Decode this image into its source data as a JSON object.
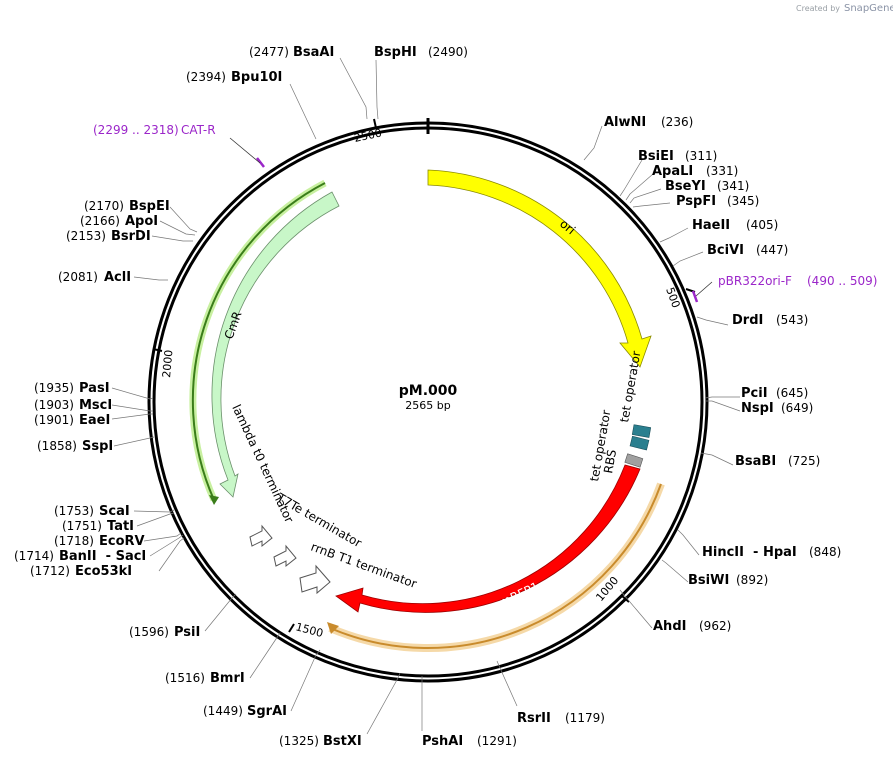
{
  "header": {
    "brand_prefix": "Created by",
    "brand_name": "SnapGene"
  },
  "plasmid": {
    "name": "pM.000",
    "length_label": "2565 bp"
  },
  "ticks": [
    "500",
    "1000",
    "1500",
    "2000",
    "2500"
  ],
  "sites": [
    {
      "id": "bsaai",
      "name": "BsaAI",
      "pos": "(2477)"
    },
    {
      "id": "bsphi",
      "name": "BspHI",
      "pos": "(2490)"
    },
    {
      "id": "bpu10i",
      "name": "Bpu10I",
      "pos": "(2394)"
    },
    {
      "id": "alwni",
      "name": "AlwNI",
      "pos": "(236)"
    },
    {
      "id": "bsiei",
      "name": "BsiEI",
      "pos": "(311)"
    },
    {
      "id": "apali",
      "name": "ApaLI",
      "pos": "(331)"
    },
    {
      "id": "bseyi",
      "name": "BseYI",
      "pos": "(341)"
    },
    {
      "id": "pspfi",
      "name": "PspFI",
      "pos": "(345)"
    },
    {
      "id": "haeii",
      "name": "HaeII",
      "pos": "(405)"
    },
    {
      "id": "bcivi",
      "name": "BciVI",
      "pos": "(447)"
    },
    {
      "id": "drdi",
      "name": "DrdI",
      "pos": "(543)"
    },
    {
      "id": "pcii",
      "name": "PciI",
      "pos": "(645)"
    },
    {
      "id": "nspi",
      "name": "NspI",
      "pos": "(649)"
    },
    {
      "id": "bsabi",
      "name": "BsaBI",
      "pos": "(725)"
    },
    {
      "id": "hincii",
      "name": "HincII  - HpaI",
      "pos": "(848)"
    },
    {
      "id": "bsiwi",
      "name": "BsiWI",
      "pos": "(892)"
    },
    {
      "id": "ahdi",
      "name": "AhdI",
      "pos": "(962)"
    },
    {
      "id": "rsrii",
      "name": "RsrII",
      "pos": "(1179)"
    },
    {
      "id": "pshai",
      "name": "PshAI",
      "pos": "(1291)"
    },
    {
      "id": "bstxi",
      "name": "BstXI",
      "pos": "(1325)"
    },
    {
      "id": "sgrai",
      "name": "SgrAI",
      "pos": "(1449)"
    },
    {
      "id": "bmri",
      "name": "BmrI",
      "pos": "(1516)"
    },
    {
      "id": "psii",
      "name": "PsiI",
      "pos": "(1596)"
    },
    {
      "id": "eco53ki",
      "name": "Eco53kI",
      "pos": "(1712)"
    },
    {
      "id": "banii",
      "name": "BanII  - SacI",
      "pos": "(1714)"
    },
    {
      "id": "ecorv",
      "name": "EcoRV",
      "pos": "(1718)"
    },
    {
      "id": "tati",
      "name": "TatI",
      "pos": "(1751)"
    },
    {
      "id": "scai",
      "name": "ScaI",
      "pos": "(1753)"
    },
    {
      "id": "sspi",
      "name": "SspI",
      "pos": "(1858)"
    },
    {
      "id": "eaei",
      "name": "EaeI",
      "pos": "(1901)"
    },
    {
      "id": "msci",
      "name": "MscI",
      "pos": "(1903)"
    },
    {
      "id": "pasi",
      "name": "PasI",
      "pos": "(1935)"
    },
    {
      "id": "acli",
      "name": "AclI",
      "pos": "(2081)"
    },
    {
      "id": "bsrdi",
      "name": "BsrDI",
      "pos": "(2153)"
    },
    {
      "id": "apoi",
      "name": "ApoI",
      "pos": "(2166)"
    },
    {
      "id": "bspei",
      "name": "BspEI",
      "pos": "(2170)"
    }
  ],
  "primers": [
    {
      "id": "cat-r",
      "name": "CAT-R",
      "range": "(2299 .. 2318)"
    },
    {
      "id": "pbr322ori-f",
      "name": "pBR322ori-F",
      "range": "(490 .. 509)"
    }
  ],
  "features": {
    "ori": "ori",
    "mrfp1": "mRFP1",
    "cmr": "CmR",
    "tet_operator_1": "tet operator",
    "tet_operator_2": "tet operator",
    "rbs": "RBS",
    "lambda_t0": "lambda t0 terminator",
    "t7te": "T7Te terminator",
    "rrnb_t1": "rrnB T1 terminator"
  },
  "colors": {
    "ori": "#ffff00",
    "mrfp1": "#ff0000",
    "cmr": "#c8f7c8",
    "primer": "#9b26c9",
    "tet_operator": "#2a7f8f",
    "rbs": "#a0a0a0",
    "orf_outline": "#e8b96a",
    "cmr_orf": "#3a7d1a"
  }
}
